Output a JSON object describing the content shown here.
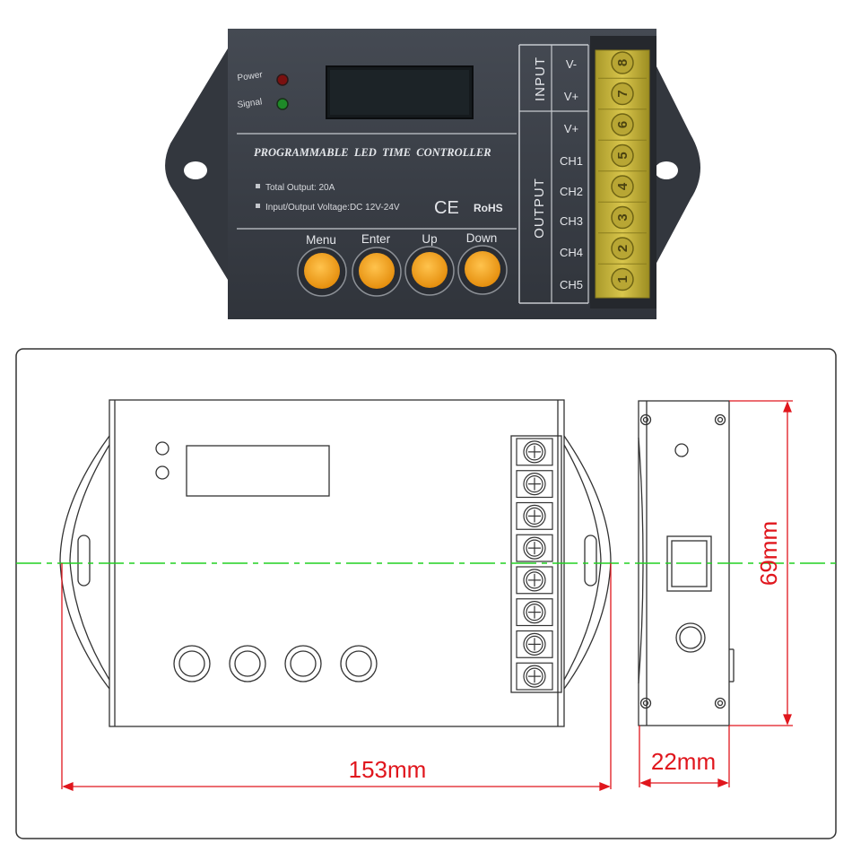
{
  "device": {
    "leds": {
      "power": "Power",
      "signal": "Signal"
    },
    "title": "PROGRAMMABLE  LED  TIME  CONTROLLER",
    "spec_output": "Total Output: 20A",
    "spec_voltage": "Input/Output Voltage:DC 12V-24V",
    "ce_mark": "CE",
    "rohs": "RoHS",
    "buttons": [
      {
        "label": "Menu"
      },
      {
        "label": "Enter"
      },
      {
        "label": "Up"
      },
      {
        "label": "Down"
      }
    ],
    "input_label": "INPUT",
    "output_label": "OUTPUT",
    "terminals": [
      "V-",
      "V+",
      "V+",
      "CH1",
      "CH2",
      "CH3",
      "CH4",
      "CH5"
    ],
    "terminal_numbers": [
      "8",
      "7",
      "6",
      "5",
      "4",
      "3",
      "2",
      "1"
    ],
    "colors": {
      "case": "#3b3f48",
      "button": "#f6a623",
      "terminal_block": "#c7b43a",
      "dimension": "#e0161d",
      "centerline": "#22d122"
    }
  },
  "drawing": {
    "width_label": "153mm",
    "height_label": "69mm",
    "depth_label": "22mm"
  }
}
